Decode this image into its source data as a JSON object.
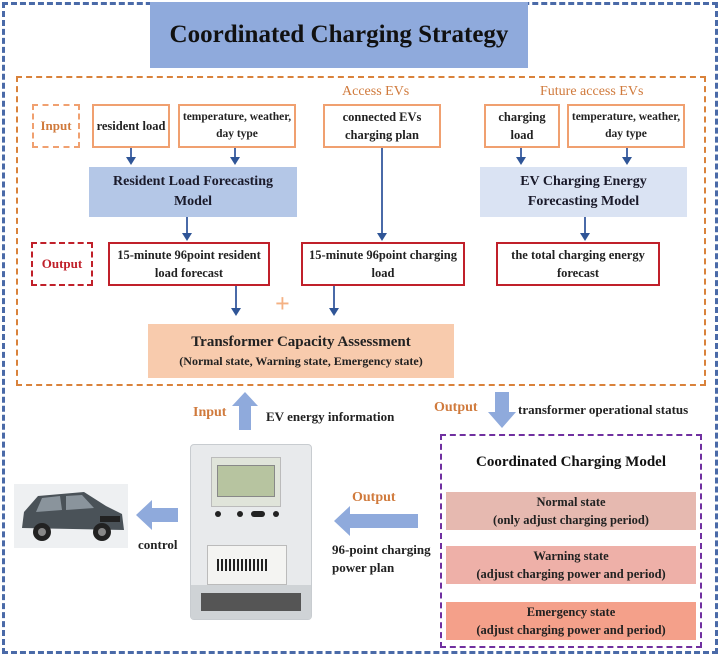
{
  "title": "Coordinated Charging Strategy",
  "labels": {
    "input": "Input",
    "output": "Output",
    "access_evs": "Access EVs",
    "future_access_evs": "Future access EVs"
  },
  "inputs": {
    "resident_load": "resident load",
    "temp_weather_1": "temperature, weather, day type",
    "connected_evs": "connected EVs charging plan",
    "charging_load": "charging load",
    "temp_weather_2": "temperature, weather, day type"
  },
  "models": {
    "resident": "Resident Load Forecasting Model",
    "ev": "EV Charging Energy Forecasting Model"
  },
  "outputs": {
    "resident_forecast": "15-minute 96point resident load forecast",
    "charging_load": "15-minute 96point charging load",
    "total_energy": "the total charging energy forecast"
  },
  "plus_sign": "+",
  "assessment": {
    "title": "Transformer Capacity Assessment",
    "subtitle": "(Normal state, Warning state, Emergency state)"
  },
  "flow": {
    "input_label": "Input",
    "ev_energy_info": "EV energy information",
    "output_label": "Output",
    "transformer_status": "transformer operational status",
    "output_label_2": "Output",
    "charging_power_plan": "96-point charging power plan",
    "control": "control"
  },
  "coordinated_model": {
    "title": "Coordinated Charging Model",
    "states": [
      {
        "name": "Normal state",
        "desc": "(only adjust charging period)",
        "color": "#e6b9b0"
      },
      {
        "name": "Warning state",
        "desc": "(adjust charging power and period)",
        "color": "#eeb0a8"
      },
      {
        "name": "Emergency state",
        "desc": "(adjust charging power and period)",
        "color": "#f4a08a"
      }
    ]
  },
  "colors": {
    "title_bg": "#8faadc",
    "accent_orange": "#d07a3c",
    "output_red": "#c0202a",
    "arrow_blue": "#8faadc"
  }
}
